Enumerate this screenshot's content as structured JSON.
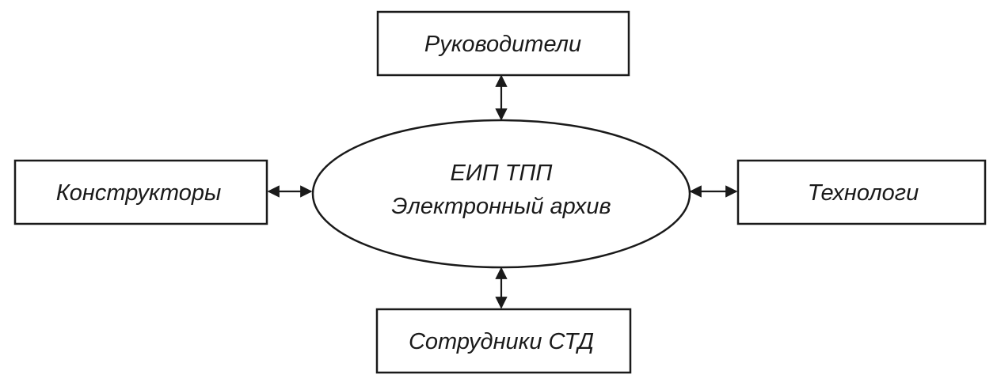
{
  "center": {
    "line1": "ЕИП ТПП",
    "line2": "Электронный архив"
  },
  "nodes": {
    "top": "Руководители",
    "left": "Конструкторы",
    "right": "Технологи",
    "bottom": "Сотрудники СТД"
  },
  "colors": {
    "stroke": "#1a1a1a",
    "background": "#ffffff"
  }
}
